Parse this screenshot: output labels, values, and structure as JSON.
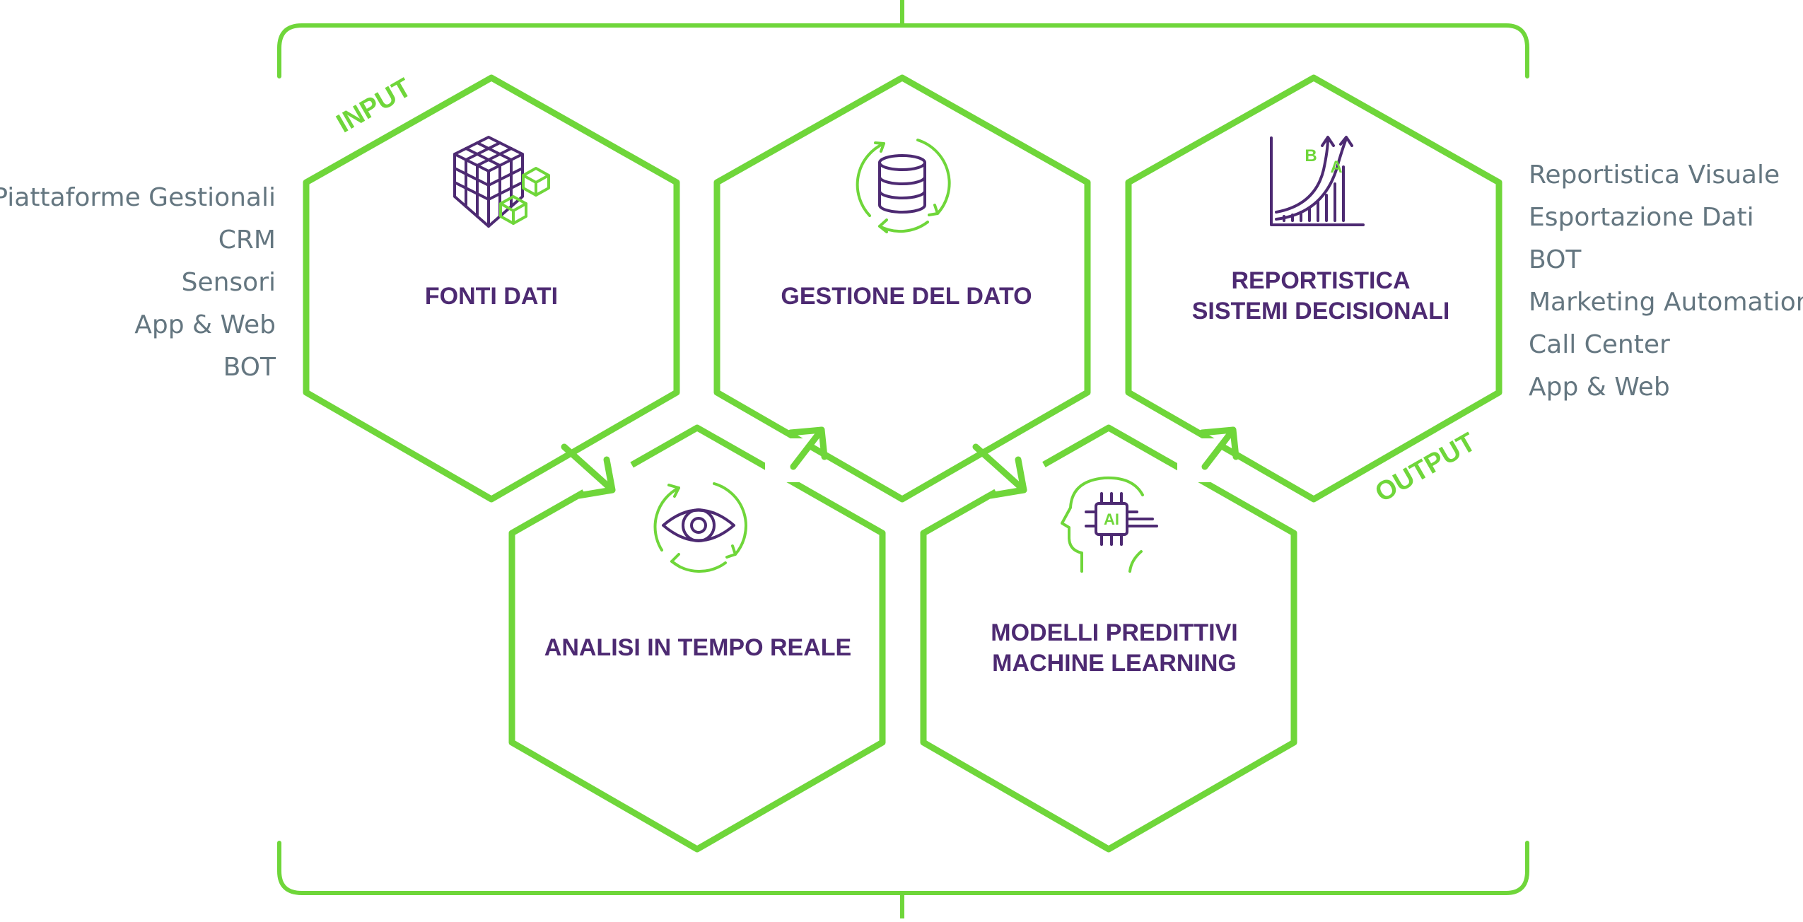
{
  "colors": {
    "accent": "#6fd63a",
    "purple": "#4d2a72",
    "gray_text": "#647680"
  },
  "labels": {
    "input": "INPUT",
    "output": "OUTPUT"
  },
  "input_sources": [
    "Piattaforme Gestionali",
    "CRM",
    "Sensori",
    "App & Web",
    "BOT"
  ],
  "output_destinations": [
    "Reportistica Visuale",
    "Esportazione Dati",
    "BOT",
    "Marketing Automation",
    "Call Center",
    "App & Web"
  ],
  "hexagons": [
    {
      "id": "fonti-dati",
      "title_lines": [
        "FONTI DATI"
      ],
      "icon": "data-cube-icon"
    },
    {
      "id": "gestione-del-dato",
      "title_lines": [
        "GESTIONE DEL DATO"
      ],
      "icon": "database-cycle-icon"
    },
    {
      "id": "reportistica",
      "title_lines": [
        "REPORTISTICA",
        "SISTEMI DECISIONALI"
      ],
      "icon": "growth-chart-icon"
    },
    {
      "id": "analisi-tempo-reale",
      "title_lines": [
        "ANALISI IN TEMPO REALE"
      ],
      "icon": "eye-cycle-icon"
    },
    {
      "id": "modelli-predittivi",
      "title_lines": [
        "MODELLI PREDITTIVI",
        "MACHINE LEARNING"
      ],
      "icon": "ai-head-icon"
    }
  ],
  "chart_icon_letters": {
    "a": "A",
    "b": "B"
  },
  "ai_chip_text": "AI"
}
